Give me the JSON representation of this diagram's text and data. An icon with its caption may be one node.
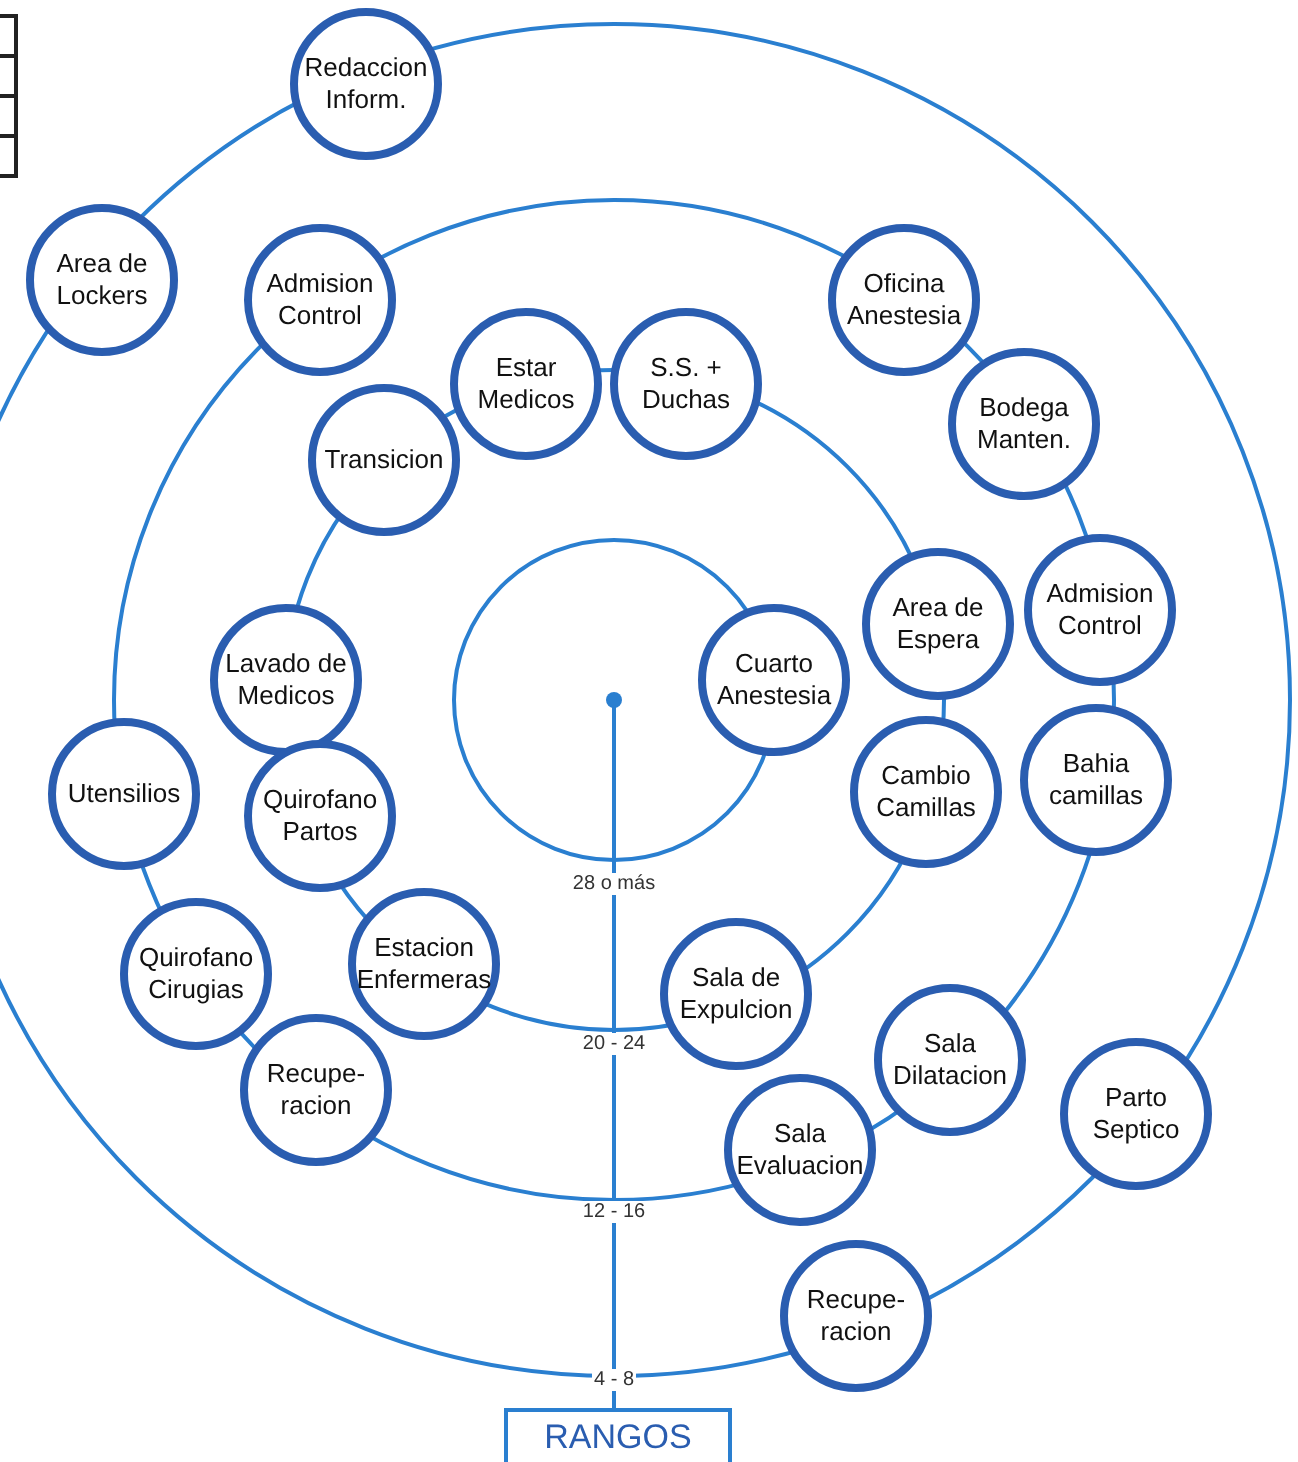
{
  "diagram": {
    "nodes": [
      {
        "text": [
          "Redaccion Inform."
        ]
      },
      {
        "text": [
          "Area de Lockers"
        ]
      },
      {
        "text": [
          "Oficina Anestesia"
        ]
      },
      {
        "text": [
          "Admision Control"
        ]
      },
      {
        "text": [
          "Estar Medicos"
        ]
      },
      {
        "text": [
          "S.S. + Duchas"
        ]
      },
      {
        "text": [
          "Bodega Manten."
        ]
      },
      {
        "text": [
          "Transicion"
        ]
      },
      {
        "text": [
          "Admision Control"
        ]
      },
      {
        "text": [
          "Area de Espera"
        ]
      },
      {
        "text": [
          "Cuarto Anestesia"
        ]
      },
      {
        "text": [
          "Lavado de Medicos"
        ]
      },
      {
        "text": [
          "Bahia camillas"
        ]
      },
      {
        "text": [
          "Cambio Camillas"
        ]
      },
      {
        "text": [
          "Utensilios"
        ]
      },
      {
        "text": [
          "Quirofano Partos"
        ]
      },
      {
        "text": [
          "Quirofano Cirugias"
        ]
      },
      {
        "text": [
          "Estacion Enfermeras"
        ]
      },
      {
        "text": [
          "Sala de Expulcion"
        ]
      },
      {
        "text": [
          "Sala Dilatacion"
        ]
      },
      {
        "text": [
          "Recupe- racion"
        ]
      },
      {
        "text": [
          "Parto Septico"
        ]
      },
      {
        "text": [
          "Sala Evaluacion"
        ]
      },
      {
        "text": [
          "Recupe- racion"
        ]
      },
      {
        "text": [
          "RANGOS"
        ]
      }
    ],
    "edges": [],
    "labels": [
      "28 o más",
      "20 - 24",
      "12 - 16",
      "4 - 8"
    ]
  }
}
